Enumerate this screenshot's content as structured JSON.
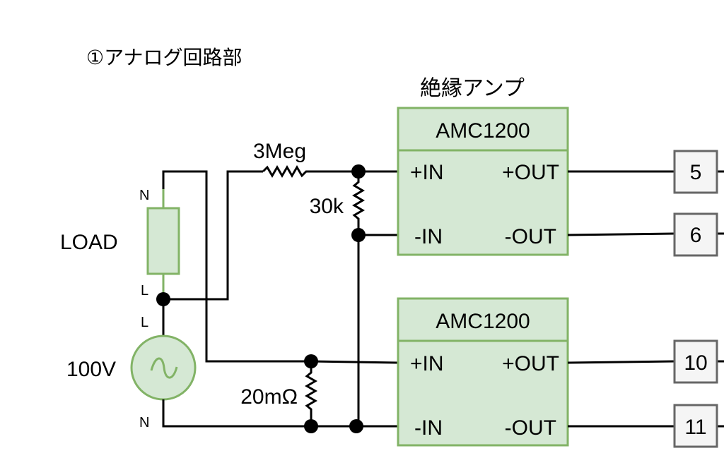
{
  "section_title": "①アナログ回路部",
  "amp_group_label": "絶縁アンプ",
  "load": {
    "label": "LOAD",
    "pin_top": "N",
    "pin_bottom": "L"
  },
  "source": {
    "label": "100V",
    "pin_top": "L",
    "pin_bottom": "N",
    "symbol": "~"
  },
  "resistors": {
    "divider_top": "3Meg",
    "divider_bottom": "30k",
    "shunt": "20mΩ"
  },
  "amplifiers": [
    {
      "part": "AMC1200",
      "in_pos": "+IN",
      "in_neg": "-IN",
      "out_pos": "+OUT",
      "out_neg": "-OUT"
    },
    {
      "part": "AMC1200",
      "in_pos": "+IN",
      "in_neg": "-IN",
      "out_pos": "+OUT",
      "out_neg": "-OUT"
    }
  ],
  "terminals": [
    "5",
    "6",
    "10",
    "11"
  ],
  "colors": {
    "component_fill": "#d5e8d4",
    "component_stroke": "#82b366",
    "terminal_fill": "#f5f5f5",
    "terminal_stroke": "#666666"
  }
}
